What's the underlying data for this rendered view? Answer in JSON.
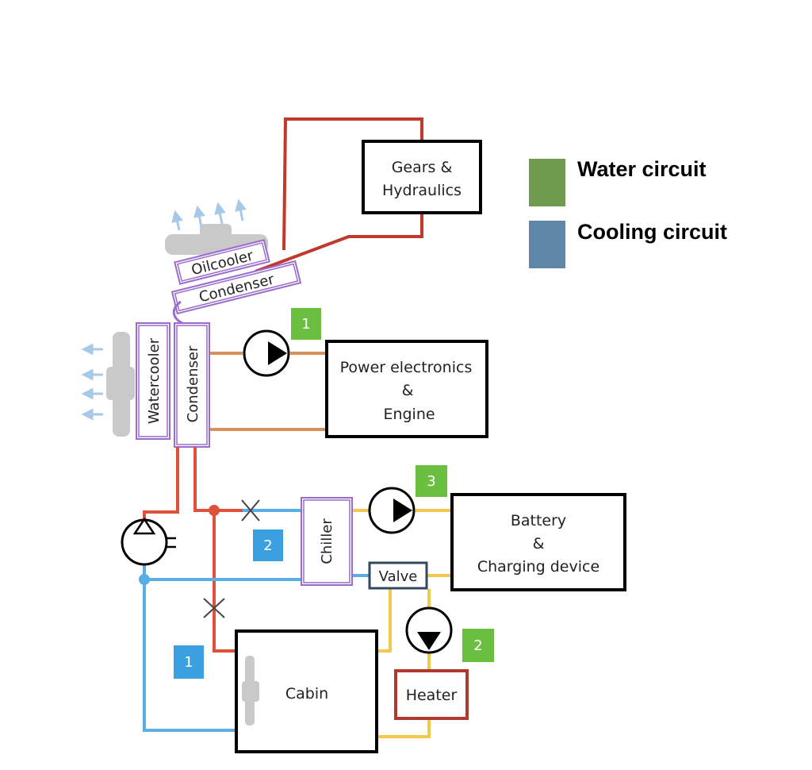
{
  "colors": {
    "oil_line": "#c0392b",
    "refrigerant_line": "#e0513c",
    "water_line": "#d9925a",
    "cooling_line": "#5aaee6",
    "battery_line": "#f2c94c",
    "purple_frame": "#9b6bcf",
    "valve_frame": "#34495e",
    "heater_frame": "#b03a2e",
    "badge_green": "#6abf40",
    "badge_blue": "#3aa0e0",
    "legend_water": "#6e9b4e",
    "legend_cooling": "#5f86a6",
    "fan_gray": "#c9c9c9",
    "air_arrow": "#a8c8e8"
  },
  "components": {
    "gears": {
      "line1": "Gears &",
      "line2": "Hydraulics"
    },
    "power": {
      "line1": "Power electronics",
      "line2": "&",
      "line3": "Engine"
    },
    "battery": {
      "line1": "Battery",
      "line2": "&",
      "line3": "Charging device"
    },
    "cabin": "Cabin",
    "heater": "Heater",
    "valve": "Valve",
    "chiller": "Chiller",
    "oilcooler": "Oilcooler",
    "condenser_top": "Condenser",
    "watercooler": "Watercooler",
    "condenser_side": "Condenser"
  },
  "badges": {
    "pump_power": "1",
    "pump_battery": "3",
    "pump_heater": "2",
    "cooling_2": "2",
    "cooling_1": "1"
  },
  "legend": {
    "water": "Water circuit",
    "cooling": "Cooling circuit"
  },
  "icons": [
    "fan-icon",
    "air-flow-arrow-icon",
    "pump-icon",
    "compressor-icon",
    "expansion-valve-icon",
    "junction-dot-icon"
  ]
}
